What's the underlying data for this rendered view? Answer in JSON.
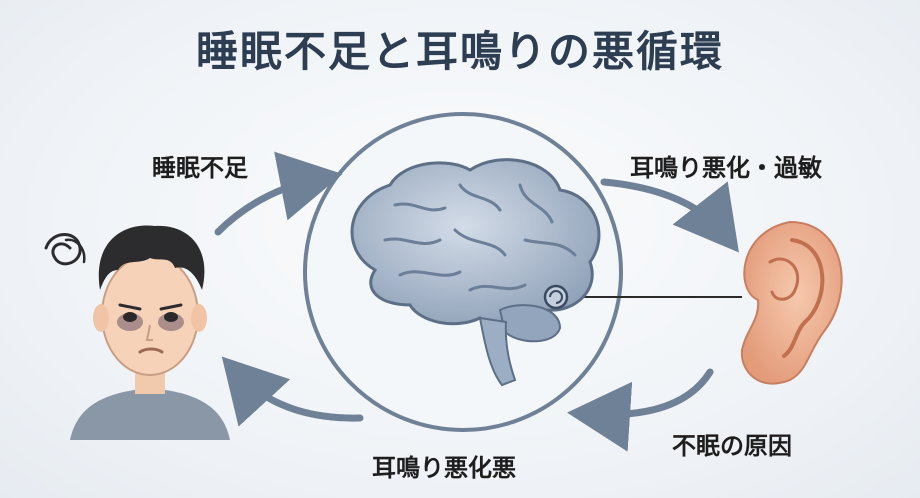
{
  "title": "睡眠不足と耳鳴りの悪循環",
  "labels": {
    "sleep_deprivation": "睡眠不足",
    "tinnitus_worsening": "耳鳴り悪化・過敏",
    "insomnia_cause": "不眠の原因",
    "tinnitus_bottom": "耳鳴り悪化悪"
  },
  "nodes": [
    "tired-person",
    "brain",
    "ear"
  ],
  "colors": {
    "title": "#2e3e52",
    "arrow": "#6f8196",
    "circle": "#6f8196",
    "brain": "#a9b8cc",
    "ear": "#efb79a"
  }
}
